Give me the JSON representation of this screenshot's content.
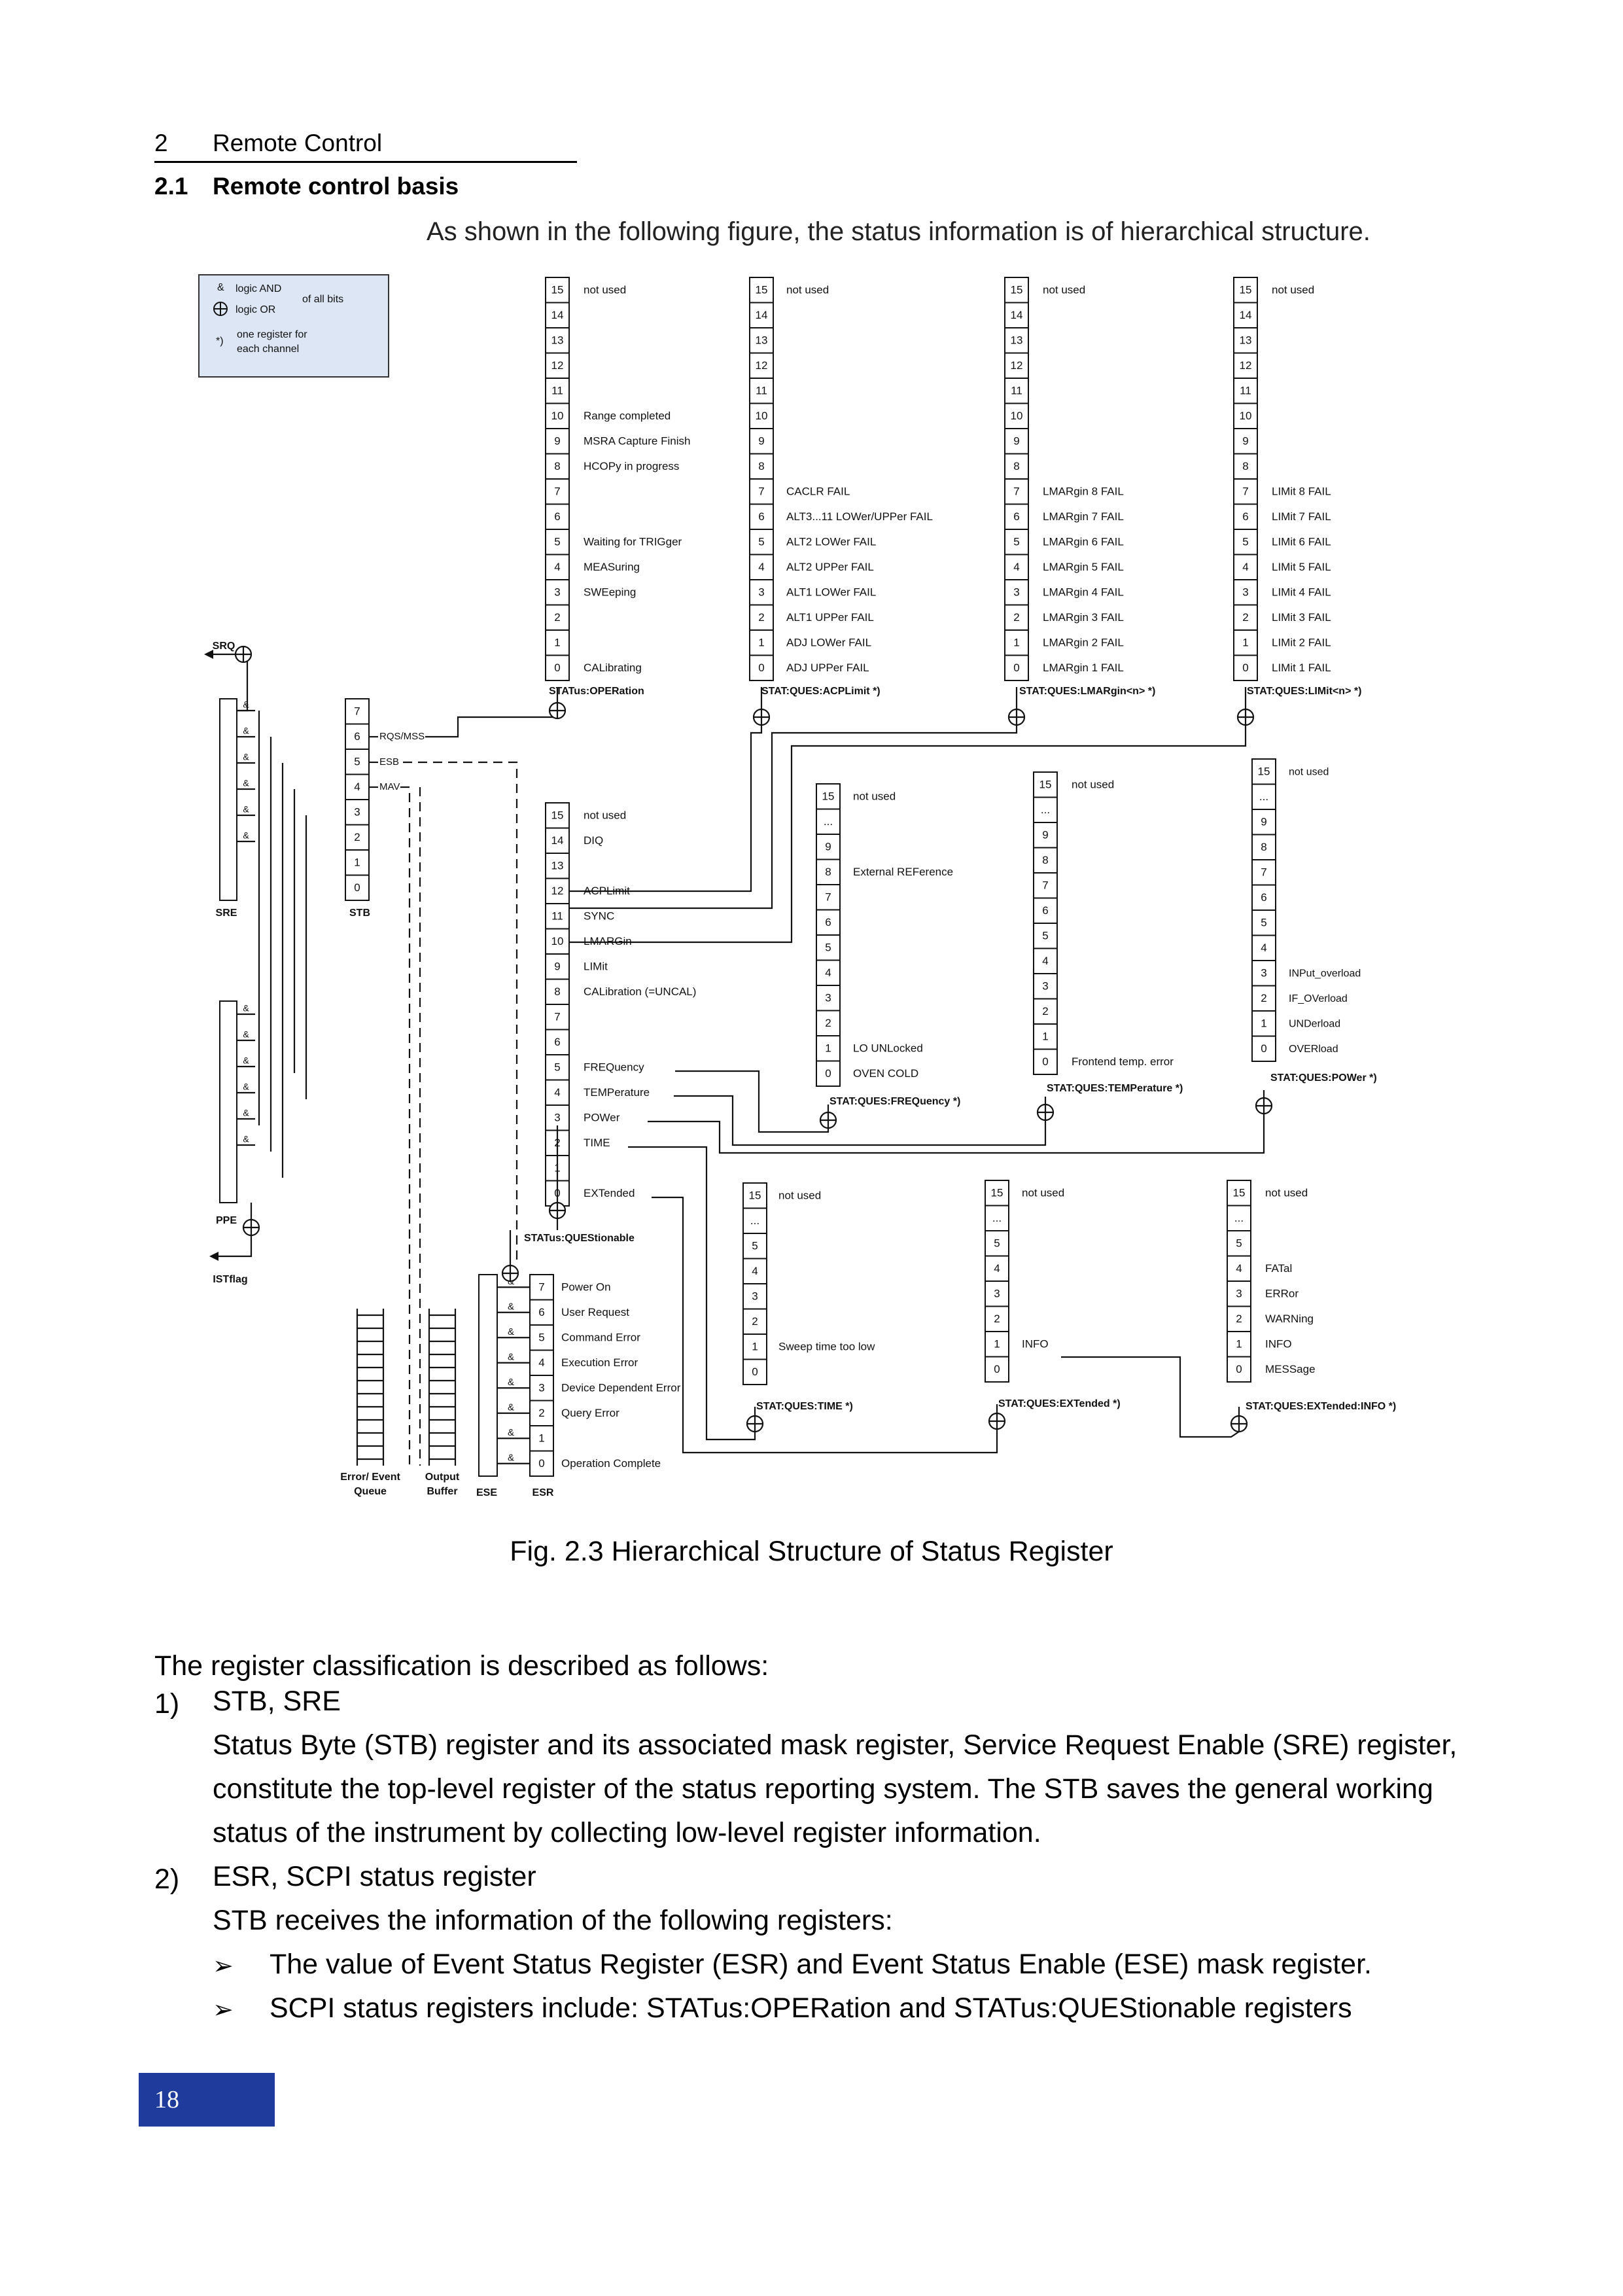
{
  "header": {
    "chapter_number": "2",
    "chapter_title": "Remote Control"
  },
  "section": {
    "number": "2.1",
    "title": "Remote control basis"
  },
  "intro": "As shown in the following figure, the status information is of hierarchical structure.",
  "figure": {
    "caption": "Fig. 2.3 Hierarchical Structure of Status Register",
    "legend": [
      "&",
      "logic AND",
      "logic OR",
      "of all bits",
      "*)",
      "one register for",
      "each channel"
    ],
    "labels": {
      "srq": "SRQ",
      "sre": "SRE",
      "stb": "STB",
      "ppe": "PPE",
      "ist": "ISTflag",
      "rqs": "RQS/MSS",
      "esb": "ESB",
      "mav": "MAV",
      "error_queue": [
        "Error/ Event",
        "Queue"
      ],
      "output_buffer": [
        "Output",
        "Buffer"
      ],
      "ese": "ESE",
      "esr": "ESR",
      "amp": "&",
      "not_used": "not used",
      "dots": "..."
    },
    "registers": {
      "operation": {
        "name": "STATus:OPERation",
        "bits": [
          "15",
          "14",
          "13",
          "12",
          "11",
          "10",
          "9",
          "8",
          "7",
          "6",
          "5",
          "4",
          "3",
          "2",
          "1",
          "0"
        ],
        "labels": {
          "15": "not used",
          "10": "Range completed",
          "9": "MSRA Capture Finish",
          "8": "HCOPy in progress",
          "5": "Waiting for TRIGger",
          "4": "MEASuring",
          "3": "SWEeping",
          "0": "CALibrating"
        }
      },
      "acplimit": {
        "name": "STAT:QUES:ACPLimit *)",
        "bits": [
          "15",
          "14",
          "13",
          "12",
          "11",
          "10",
          "9",
          "8",
          "7",
          "6",
          "5",
          "4",
          "3",
          "2",
          "1",
          "0"
        ],
        "labels": {
          "15": "not used",
          "7": "CACLR FAIL",
          "6": "ALT3...11 LOWer/UPPer FAIL",
          "5": "ALT2 LOWer FAIL",
          "4": "ALT2 UPPer FAIL",
          "3": "ALT1 LOWer FAIL",
          "2": "ALT1 UPPer FAIL",
          "1": "ADJ LOWer FAIL",
          "0": "ADJ UPPer FAIL"
        }
      },
      "lmargin": {
        "name": "STAT:QUES:LMARgin<n> *)",
        "bits": [
          "15",
          "14",
          "13",
          "12",
          "11",
          "10",
          "9",
          "8",
          "7",
          "6",
          "5",
          "4",
          "3",
          "2",
          "1",
          "0"
        ],
        "labels": {
          "15": "not used",
          "7": "LMARgin 8 FAIL",
          "6": "LMARgin 7 FAIL",
          "5": "LMARgin 6 FAIL",
          "4": "LMARgin 5 FAIL",
          "3": "LMARgin 4 FAIL",
          "2": "LMARgin 3 FAIL",
          "1": "LMARgin 2 FAIL",
          "0": "LMARgin 1 FAIL"
        }
      },
      "limit": {
        "name": "STAT:QUES:LIMit<n> *)",
        "bits": [
          "15",
          "14",
          "13",
          "12",
          "11",
          "10",
          "9",
          "8",
          "7",
          "6",
          "5",
          "4",
          "3",
          "2",
          "1",
          "0"
        ],
        "labels": {
          "15": "not used",
          "7": "LIMit 8 FAIL",
          "6": "LIMit 7 FAIL",
          "5": "LIMit 6 FAIL",
          "4": "LIMit 5 FAIL",
          "3": "LIMit 4 FAIL",
          "2": "LIMit 3 FAIL",
          "1": "LIMit 2 FAIL",
          "0": "LIMit 1 FAIL"
        }
      },
      "stb": {
        "bits": [
          "7",
          "6",
          "5",
          "4",
          "3",
          "2",
          "1",
          "0"
        ]
      },
      "questionable": {
        "name": "STATus:QUEStionable",
        "bits": [
          "15",
          "14",
          "13",
          "12",
          "11",
          "10",
          "9",
          "8",
          "7",
          "6",
          "5",
          "4",
          "3",
          "2",
          "1",
          "0"
        ],
        "labels": {
          "15": "not used",
          "14": "DIQ",
          "12": "ACPLimit",
          "11": "SYNC",
          "10": "LMARGin",
          "9": "LIMit",
          "8": "CALibration (=UNCAL)",
          "5": "FREQuency",
          "4": "TEMPerature",
          "3": "POWer",
          "2": "TIME",
          "0": "EXTended"
        }
      },
      "frequency": {
        "name": "STAT:QUES:FREQuency *)",
        "bits": [
          "15",
          "...",
          "9",
          "8",
          "7",
          "6",
          "5",
          "4",
          "3",
          "2",
          "1",
          "0"
        ],
        "labels": {
          "15": "not used",
          "8": "External REFerence",
          "1": "LO UNLocked",
          "0": "OVEN COLD"
        }
      },
      "temperature": {
        "name": "STAT:QUES:TEMPerature *)",
        "bits": [
          "15",
          "...",
          "9",
          "8",
          "7",
          "6",
          "5",
          "4",
          "3",
          "2",
          "1",
          "0"
        ],
        "labels": {
          "15": "not used",
          "0": "Frontend temp. error"
        }
      },
      "power": {
        "name": "STAT:QUES:POWer *)",
        "bits": [
          "15",
          "...",
          "9",
          "8",
          "7",
          "6",
          "5",
          "4",
          "3",
          "2",
          "1",
          "0"
        ],
        "labels": {
          "15": "not used",
          "3": "INPut_overload",
          "2": "IF_OVerload",
          "1": "UNDerload",
          "0": "OVERload"
        }
      },
      "time": {
        "name": "STAT:QUES:TIME *)",
        "bits": [
          "15",
          "...",
          "5",
          "4",
          "3",
          "2",
          "1",
          "0"
        ],
        "labels": {
          "15": "not used",
          "1": "Sweep time too low"
        }
      },
      "extended": {
        "name": "STAT:QUES:EXTended *)",
        "bits": [
          "15",
          "...",
          "5",
          "4",
          "3",
          "2",
          "1",
          "0"
        ],
        "labels": {
          "15": "not used",
          "1": "INFO"
        }
      },
      "extinfo": {
        "name": "STAT:QUES:EXTended:INFO *)",
        "bits": [
          "15",
          "...",
          "5",
          "4",
          "3",
          "2",
          "1",
          "0"
        ],
        "labels": {
          "15": "not used",
          "4": "FATal",
          "3": "ERRor",
          "2": "WARNing",
          "1": "INFO",
          "0": "MESSage"
        }
      },
      "esr": {
        "bits": [
          "7",
          "6",
          "5",
          "4",
          "3",
          "2",
          "1",
          "0"
        ],
        "labels": {
          "7": "Power On",
          "6": "User Request",
          "5": "Command Error",
          "4": "Execution Error",
          "3": "Device Dependent Error",
          "2": "Query Error",
          "0": "Operation Complete"
        }
      }
    }
  },
  "body": {
    "intro": "The register classification is described as follows:",
    "items": [
      {
        "number": "1)",
        "title": "STB, SRE",
        "lines": [
          "Status Byte (STB) register and its associated mask register, Service Request Enable (SRE) register,",
          "constitute the top-level register of the status reporting system. The STB saves the general working",
          "status of the instrument by collecting low-level register information."
        ]
      },
      {
        "number": "2)",
        "title": "ESR, SCPI status register",
        "lines": [
          "STB receives the information of the following registers:"
        ]
      }
    ],
    "bullet_symbol": "➢",
    "bullets": [
      "The value of Event Status Register (ESR) and Event Status Enable (ESE) mask register.",
      "SCPI status registers include: STATus:OPERation and STATus:QUEStionable registers"
    ]
  },
  "page_number": "18"
}
